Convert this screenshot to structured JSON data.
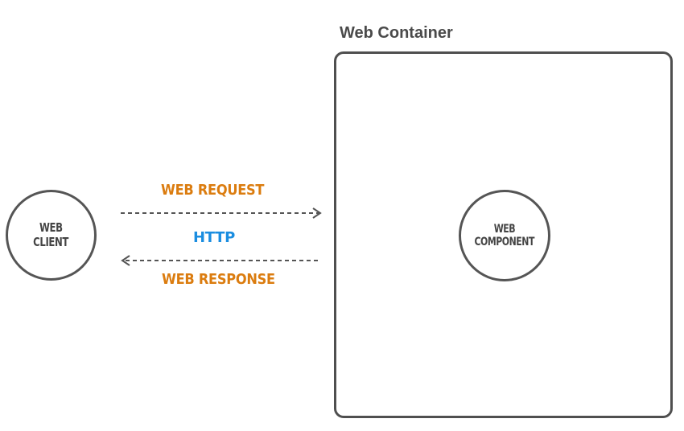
{
  "container": {
    "title": "Web Container"
  },
  "client": {
    "line1": "WEB",
    "line2": "CLIENT"
  },
  "component": {
    "line1": "WEB",
    "line2": "COMPONENT"
  },
  "edges": {
    "request_label": "WEB REQUEST",
    "protocol_label": "HTTP",
    "response_label": "WEB RESPONSE"
  },
  "colors": {
    "request": "#db7c0f",
    "protocol": "#1a8de0",
    "response": "#db7c0f",
    "outline": "#4f4f4f"
  }
}
